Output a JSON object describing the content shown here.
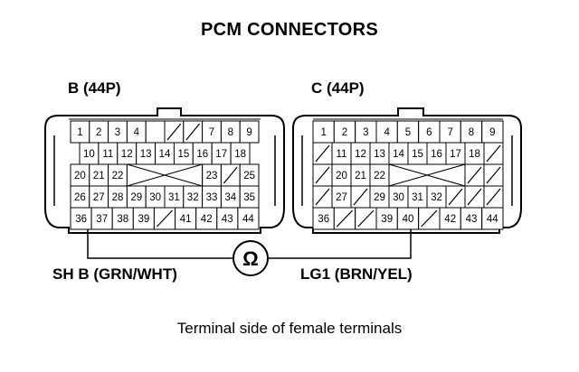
{
  "title": "PCM CONNECTORS",
  "caption": "Terminal side of female terminals",
  "meter_symbol": "Ω",
  "connectors": [
    {
      "label": "B (44P)",
      "rows": [
        [
          "1",
          "2",
          "3",
          "4",
          "",
          "/",
          "/",
          "7",
          "8",
          "9"
        ],
        [
          "10",
          "11",
          "12",
          "13",
          "14",
          "15",
          "16",
          "17",
          "18"
        ],
        [
          "20",
          "21",
          "22",
          "",
          "",
          "",
          "",
          "23",
          "/",
          "25"
        ],
        [
          "26",
          "27",
          "28",
          "29",
          "30",
          "31",
          "32",
          "33",
          "34",
          "35"
        ],
        [
          "36",
          "37",
          "38",
          "39",
          "/",
          "41",
          "42",
          "43",
          "44"
        ]
      ]
    },
    {
      "label": "C (44P)",
      "rows": [
        [
          "1",
          "2",
          "3",
          "4",
          "5",
          "6",
          "7",
          "8",
          "9"
        ],
        [
          "/",
          "11",
          "12",
          "13",
          "14",
          "15",
          "16",
          "17",
          "18",
          "/"
        ],
        [
          "/",
          "20",
          "21",
          "22",
          "",
          "",
          "",
          "",
          "/",
          "/"
        ],
        [
          "/",
          "27",
          "/",
          "29",
          "30",
          "31",
          "32",
          "/",
          "/",
          "/"
        ],
        [
          "36",
          "/",
          "/",
          "39",
          "40",
          "/",
          "42",
          "43",
          "44"
        ]
      ]
    }
  ],
  "wires": {
    "left": "SH B (GRN/WHT)",
    "right": "LG1 (BRN/YEL)"
  }
}
